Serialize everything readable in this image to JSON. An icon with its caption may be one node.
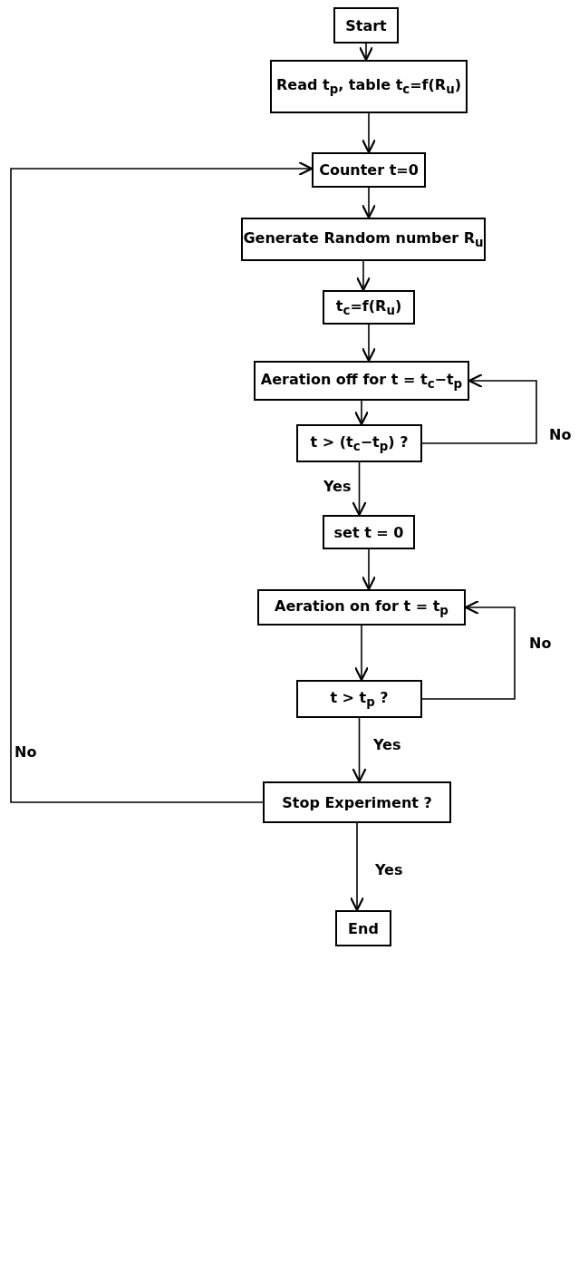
{
  "diagram": {
    "nodes": [
      {
        "text": [
          "Start"
        ]
      },
      {
        "text": [
          "Read t$_{p}$, table t$_{c}$=f(R$_{u}$)"
        ]
      },
      {
        "text": [
          "Counter t=0"
        ]
      },
      {
        "text": [
          "Generate Random number R$_{u}$"
        ]
      },
      {
        "text": [
          "t$_{c}$=f(R$_{u}$)"
        ]
      },
      {
        "text": [
          "Aeration off for t = t$_{c}$−t$_{p}$"
        ]
      },
      {
        "text": [
          "t > (t$_{c}$−t$_{p}$) ?"
        ]
      },
      {
        "text": [
          "set t = 0"
        ]
      },
      {
        "text": [
          "Aeration on for t = t$_{p}$"
        ]
      },
      {
        "text": [
          "t > t$_{p}$ ?"
        ]
      },
      {
        "text": [
          "Stop Experiment ?"
        ]
      },
      {
        "text": [
          "End"
        ]
      }
    ],
    "edges": [
      {
        "from": 0,
        "to": 1,
        "arrow": "to"
      },
      {
        "from": 1,
        "to": 2,
        "arrow": "to"
      },
      {
        "from": 2,
        "to": 3,
        "arrow": "to"
      },
      {
        "from": 3,
        "to": 4,
        "arrow": "to"
      },
      {
        "from": 4,
        "to": 5,
        "arrow": "to"
      },
      {
        "from": 5,
        "to": 6,
        "arrow": "to"
      },
      {
        "from": 6,
        "to": 7,
        "arrow": "to",
        "label": "Yes"
      },
      {
        "from": 6,
        "to": 5,
        "arrow": "to",
        "label": "No"
      },
      {
        "from": 7,
        "to": 8,
        "arrow": "to"
      },
      {
        "from": 8,
        "to": 9,
        "arrow": "to"
      },
      {
        "from": 9,
        "to": 8,
        "arrow": "to",
        "label": "No"
      },
      {
        "from": 9,
        "to": 10,
        "arrow": "to",
        "label": "Yes"
      },
      {
        "from": 10,
        "to": 2,
        "arrow": "to",
        "label": "No"
      },
      {
        "from": 10,
        "to": 11,
        "arrow": "to",
        "label": "Yes"
      }
    ]
  }
}
